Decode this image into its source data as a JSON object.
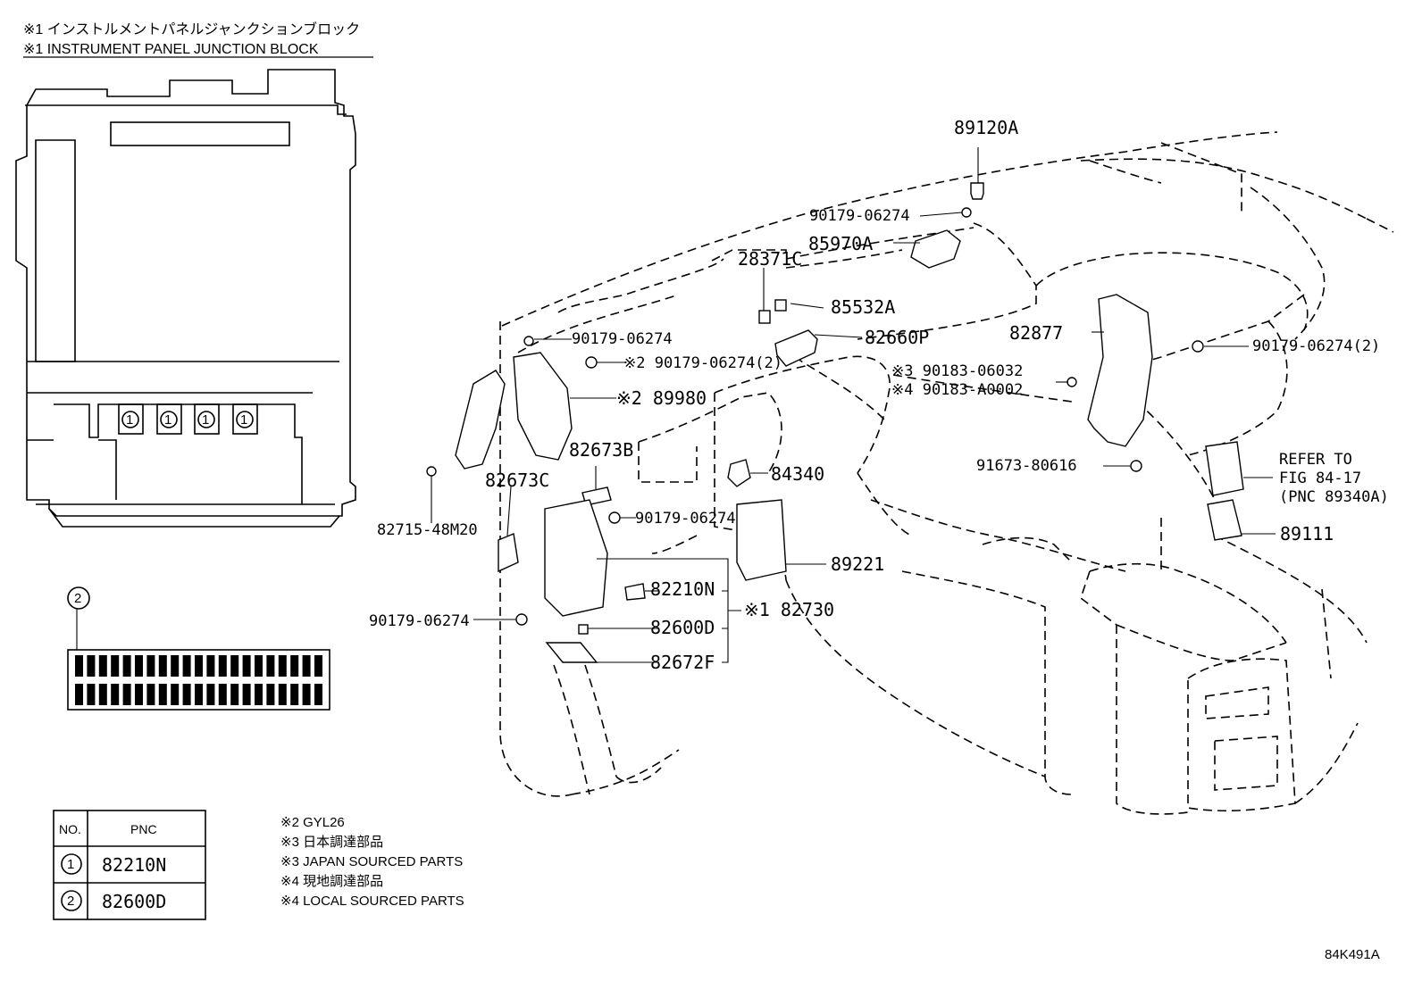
{
  "header": {
    "line1": "※1 インストルメントパネルジャンクションブロック",
    "line2": "※1 INSTRUMENT PANEL JUNCTION BLOCK"
  },
  "junction_block": {
    "circle_mark": "1",
    "connector_mark": "2"
  },
  "callouts": {
    "p89120A": "89120A",
    "p90179_top": "90179-06274",
    "p85970A": "85970A",
    "p28371C": "28371C",
    "p85532A": "85532A",
    "p82660P": "82660P",
    "p82877": "82877",
    "p90179_right": "90179-06274(2)",
    "p90183_06032": "※3 90183-06032",
    "p90183_A0002": "※4 90183-A0002",
    "p91673": "91673-80616",
    "refer1": "REFER TO",
    "refer2": "FIG 84-17",
    "refer3": "(PNC 89340A)",
    "p89111": "89111",
    "p90179_left_top": "90179-06274",
    "p90179_2": "※2 90179-06274(2)",
    "p89980": "※2 89980",
    "p82673B": "82673B",
    "p82673C": "82673C",
    "p84340": "84340",
    "p82715": "82715-48M20",
    "p90179_mid": "90179-06274",
    "p89221": "89221",
    "p82210N": "82210N",
    "p82730": "※1 82730",
    "p90179_bottom": "90179-06274",
    "p82600D": "82600D",
    "p82672F": "82672F"
  },
  "table": {
    "headers": [
      "NO.",
      "PNC"
    ],
    "rows": [
      {
        "no": "1",
        "pnc": "82210N"
      },
      {
        "no": "2",
        "pnc": "82600D"
      }
    ]
  },
  "notes": [
    "※2 GYL26",
    "※3 日本調達部品",
    "※3 JAPAN SOURCED PARTS",
    "※4 現地調達部品",
    "※4 LOCAL SOURCED PARTS"
  ],
  "figure_id": "84K491A"
}
